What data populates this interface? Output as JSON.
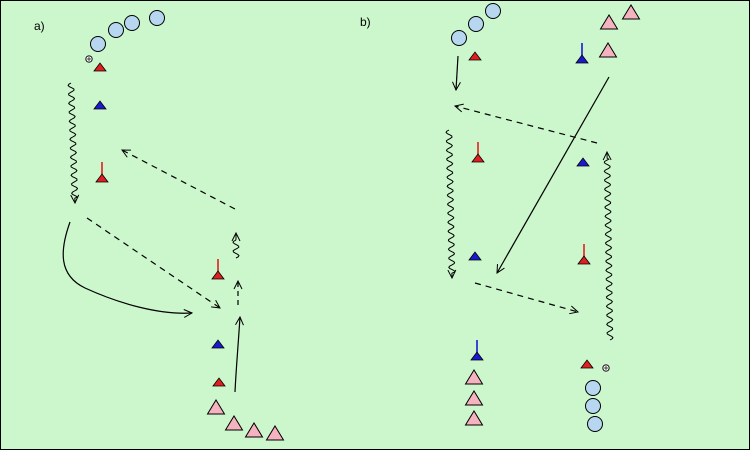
{
  "panels": {
    "a": {
      "label": "a)"
    },
    "b": {
      "label": "b)"
    }
  },
  "colors": {
    "background": "#ccf7cc",
    "player": "#b7d6ef",
    "pink_cone": "#f5b3c0",
    "red_marker": "#e02020",
    "blue_marker": "#1a1ad0",
    "stroke": "#000000",
    "border": "#000000"
  },
  "icons": {
    "player": "circle",
    "cone": "triangle",
    "marker": "small-flat-triangle",
    "pole": "flag-pole",
    "ball": "soccer-ball",
    "dribble": "wavy-arrow",
    "pass": "dashed-arrow",
    "run": "solid-arrow"
  }
}
